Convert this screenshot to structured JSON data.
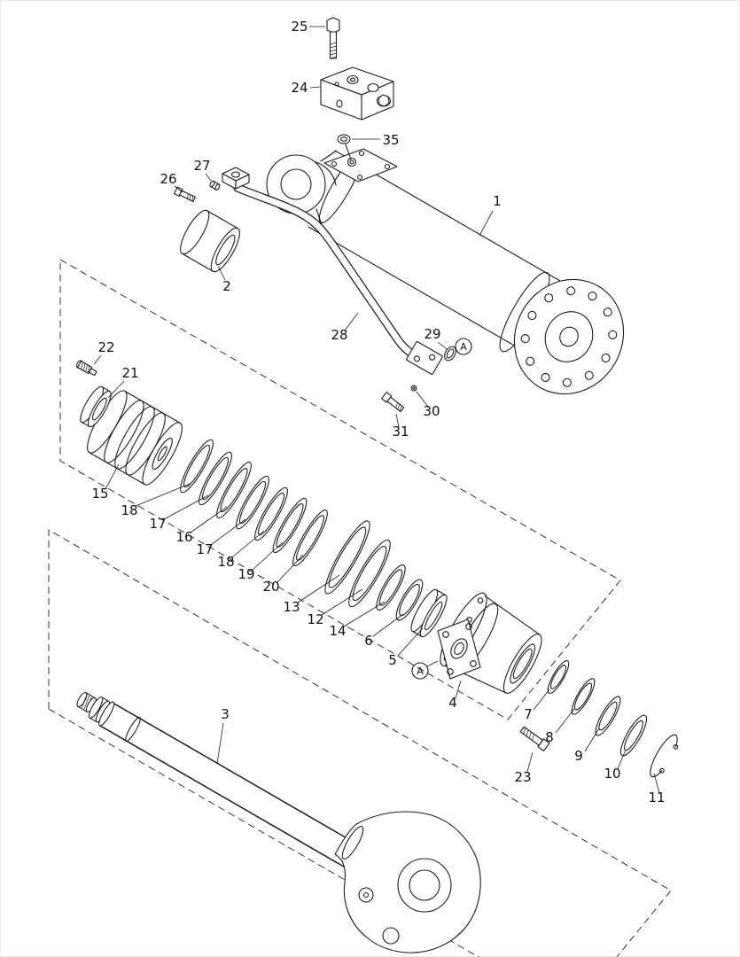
{
  "page": {
    "background": "#ffffff",
    "line_color": "#1c1c1c",
    "figure_type": "exploded-parts-diagram"
  },
  "callouts": {
    "p25": "25",
    "p24": "24",
    "p35": "35",
    "p1": "1",
    "p2": "2",
    "p26": "26",
    "p27": "27",
    "p28": "28",
    "p29": "29",
    "p30": "30",
    "p31": "31",
    "p22": "22",
    "p21": "21",
    "p15": "15",
    "p18a": "18",
    "p17a": "17",
    "p16": "16",
    "p17b": "17",
    "p18b": "18",
    "p19": "19",
    "p20": "20",
    "p13": "13",
    "p12": "12",
    "p14": "14",
    "p6": "6",
    "p5": "5",
    "p4": "4",
    "p7": "7",
    "p8": "8",
    "p9": "9",
    "p10": "10",
    "p11": "11",
    "p23": "23",
    "p3": "3"
  },
  "detail_markers": {
    "a1": "A",
    "a2": "A"
  }
}
